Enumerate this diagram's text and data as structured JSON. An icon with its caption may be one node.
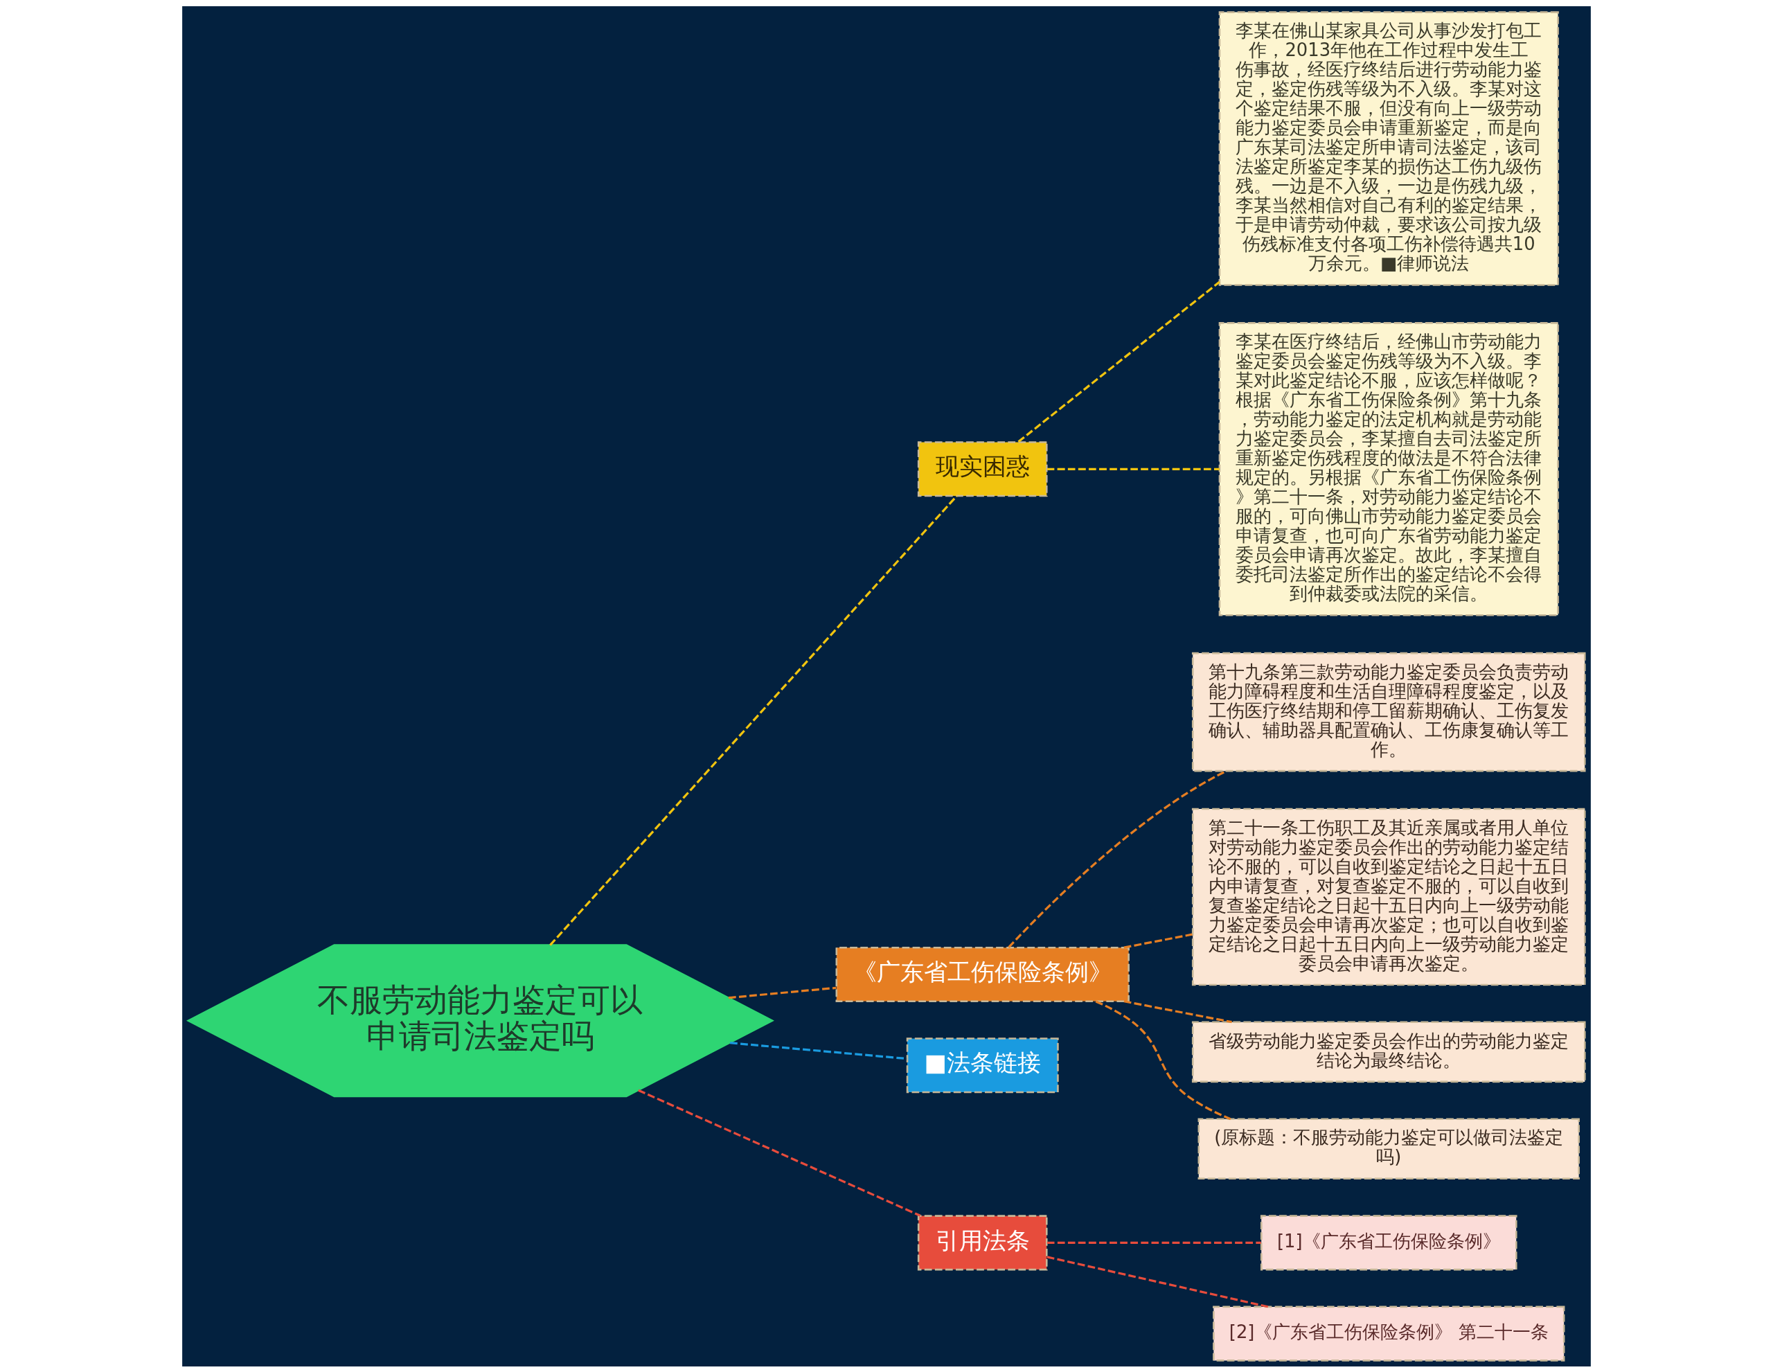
{
  "diagram": {
    "nodes": [
      {
        "text": [
          "不服劳动能力鉴定可以申请司法鉴定吗"
        ]
      },
      {
        "text": [
          "现实困惑"
        ]
      },
      {
        "text": [
          "李某在佛山某家具公司从事沙发打包工作，2013年他在工作过程中发生工伤事故，经医疗终结后进行劳动能力鉴定，鉴定伤残等级为不入级。李某对这个鉴定结果不服，但没有向上一级劳动能力鉴定委员会申请重新鉴定，而是向广东某司法鉴定所申请司法鉴定，该司法鉴定所鉴定李某的损伤达工伤九级伤残。一边是不入级，一边是伤残九级，李某当然相信对自己有利的鉴定结果，于是申请劳动仲裁，要求该公司按九级伤残标准支付各项工伤补偿待遇共10万余元。■律师说法"
        ]
      },
      {
        "text": [
          "李某在医疗终结后，经佛山市劳动能力鉴定委员会鉴定伤残等级为不入级。李某对此鉴定结论不服，应该怎样做呢？根据《广东省工伤保险条例》第十九条，劳动能力鉴定的法定机构就是劳动能力鉴定委员会，李某擅自去司法鉴定所重新鉴定伤残程度的做法是不符合法律规定的。另根据《广东省工伤保险条例》第二十一条，对劳动能力鉴定结论不服的，可向佛山市劳动能力鉴定委员会申请复查，也可向广东省劳动能力鉴定委员会申请再次鉴定。故此，李某擅自委托司法鉴定所作出的鉴定结论不会得到仲裁委或法院的采信。"
        ]
      },
      {
        "text": [
          "《广东省工伤保险条例》"
        ]
      },
      {
        "text": [
          "第十九条第三款劳动能力鉴定委员会负责劳动能力障碍程度和生活自理障碍程度鉴定，以及工伤医疗终结期和停工留薪期确认、工伤复发确认、辅助器具配置确认、工伤康复确认等工作。"
        ]
      },
      {
        "text": [
          "第二十一条工伤职工及其近亲属或者用人单位对劳动能力鉴定委员会作出的劳动能力鉴定结论不服的，可以自收到鉴定结论之日起十五日内申请复查，对复查鉴定不服的，可以自收到复查鉴定结论之日起十五日内向上一级劳动能力鉴定委员会申请再次鉴定；也可以自收到鉴定结论之日起十五日内向上一级劳动能力鉴定委员会申请再次鉴定。"
        ]
      },
      {
        "text": [
          "省级劳动能力鉴定委员会作出的劳动能力鉴定结论为最终结论。"
        ]
      },
      {
        "text": [
          "(原标题：不服劳动能力鉴定可以做司法鉴定吗)"
        ]
      },
      {
        "text": [
          "■法条链接"
        ]
      },
      {
        "text": [
          "引用法条"
        ]
      },
      {
        "text": [
          "[1]《广东省工伤保险条例》"
        ]
      },
      {
        "text": [
          "[2]《广东省工伤保险条例》 第二十一条"
        ]
      }
    ],
    "edges": [
      {
        "from": 0,
        "to": 1,
        "arrow": "none",
        "style": "dashed",
        "color": "#f1c40f"
      },
      {
        "from": 1,
        "to": 2,
        "arrow": "none",
        "style": "dashed",
        "color": "#f1c40f"
      },
      {
        "from": 1,
        "to": 3,
        "arrow": "none",
        "style": "dashed",
        "color": "#f1c40f"
      },
      {
        "from": 0,
        "to": 4,
        "arrow": "none",
        "style": "dashed",
        "color": "#e67e22"
      },
      {
        "from": 4,
        "to": 5,
        "arrow": "none",
        "style": "dashed",
        "color": "#e67e22"
      },
      {
        "from": 4,
        "to": 6,
        "arrow": "none",
        "style": "dashed",
        "color": "#e67e22"
      },
      {
        "from": 4,
        "to": 7,
        "arrow": "none",
        "style": "dashed",
        "color": "#e67e22"
      },
      {
        "from": 4,
        "to": 8,
        "arrow": "none",
        "style": "dashed",
        "color": "#e67e22"
      },
      {
        "from": 0,
        "to": 9,
        "arrow": "none",
        "style": "dashed",
        "color": "#1a9be0"
      },
      {
        "from": 0,
        "to": 10,
        "arrow": "none",
        "style": "dashed",
        "color": "#e74c3c"
      },
      {
        "from": 10,
        "to": 11,
        "arrow": "none",
        "style": "dashed",
        "color": "#e74c3c"
      },
      {
        "from": 10,
        "to": 12,
        "arrow": "none",
        "style": "dashed",
        "color": "#e74c3c"
      }
    ]
  }
}
